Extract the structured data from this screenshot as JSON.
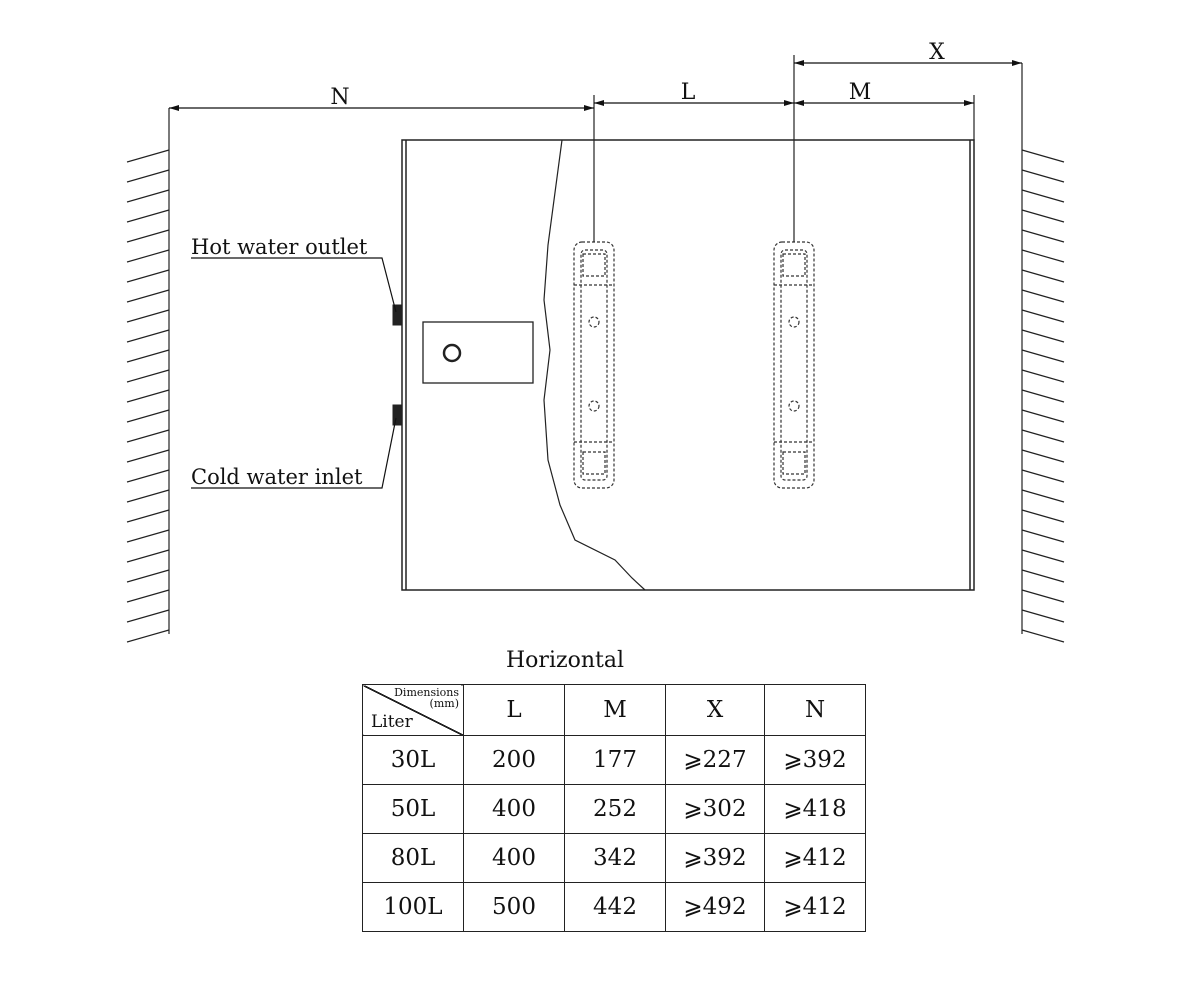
{
  "dimension_labels": {
    "N": "N",
    "L": "L",
    "M": "M",
    "X": "X"
  },
  "callouts": {
    "hot_outlet": "Hot water outlet",
    "cold_inlet": "Cold water inlet"
  },
  "table": {
    "title": "Horizontal",
    "corner_top": "Dimensions",
    "corner_top2": "(mm)",
    "corner_bottom": "Liter",
    "headers": [
      "L",
      "M",
      "X",
      "N"
    ],
    "rows": [
      [
        "30L",
        "200",
        "177",
        "⩾227",
        "⩾392"
      ],
      [
        "50L",
        "400",
        "252",
        "⩾302",
        "⩾418"
      ],
      [
        "80L",
        "400",
        "342",
        "⩾392",
        "⩾412"
      ],
      [
        "100L",
        "500",
        "442",
        "⩾492",
        "⩾412"
      ]
    ]
  }
}
